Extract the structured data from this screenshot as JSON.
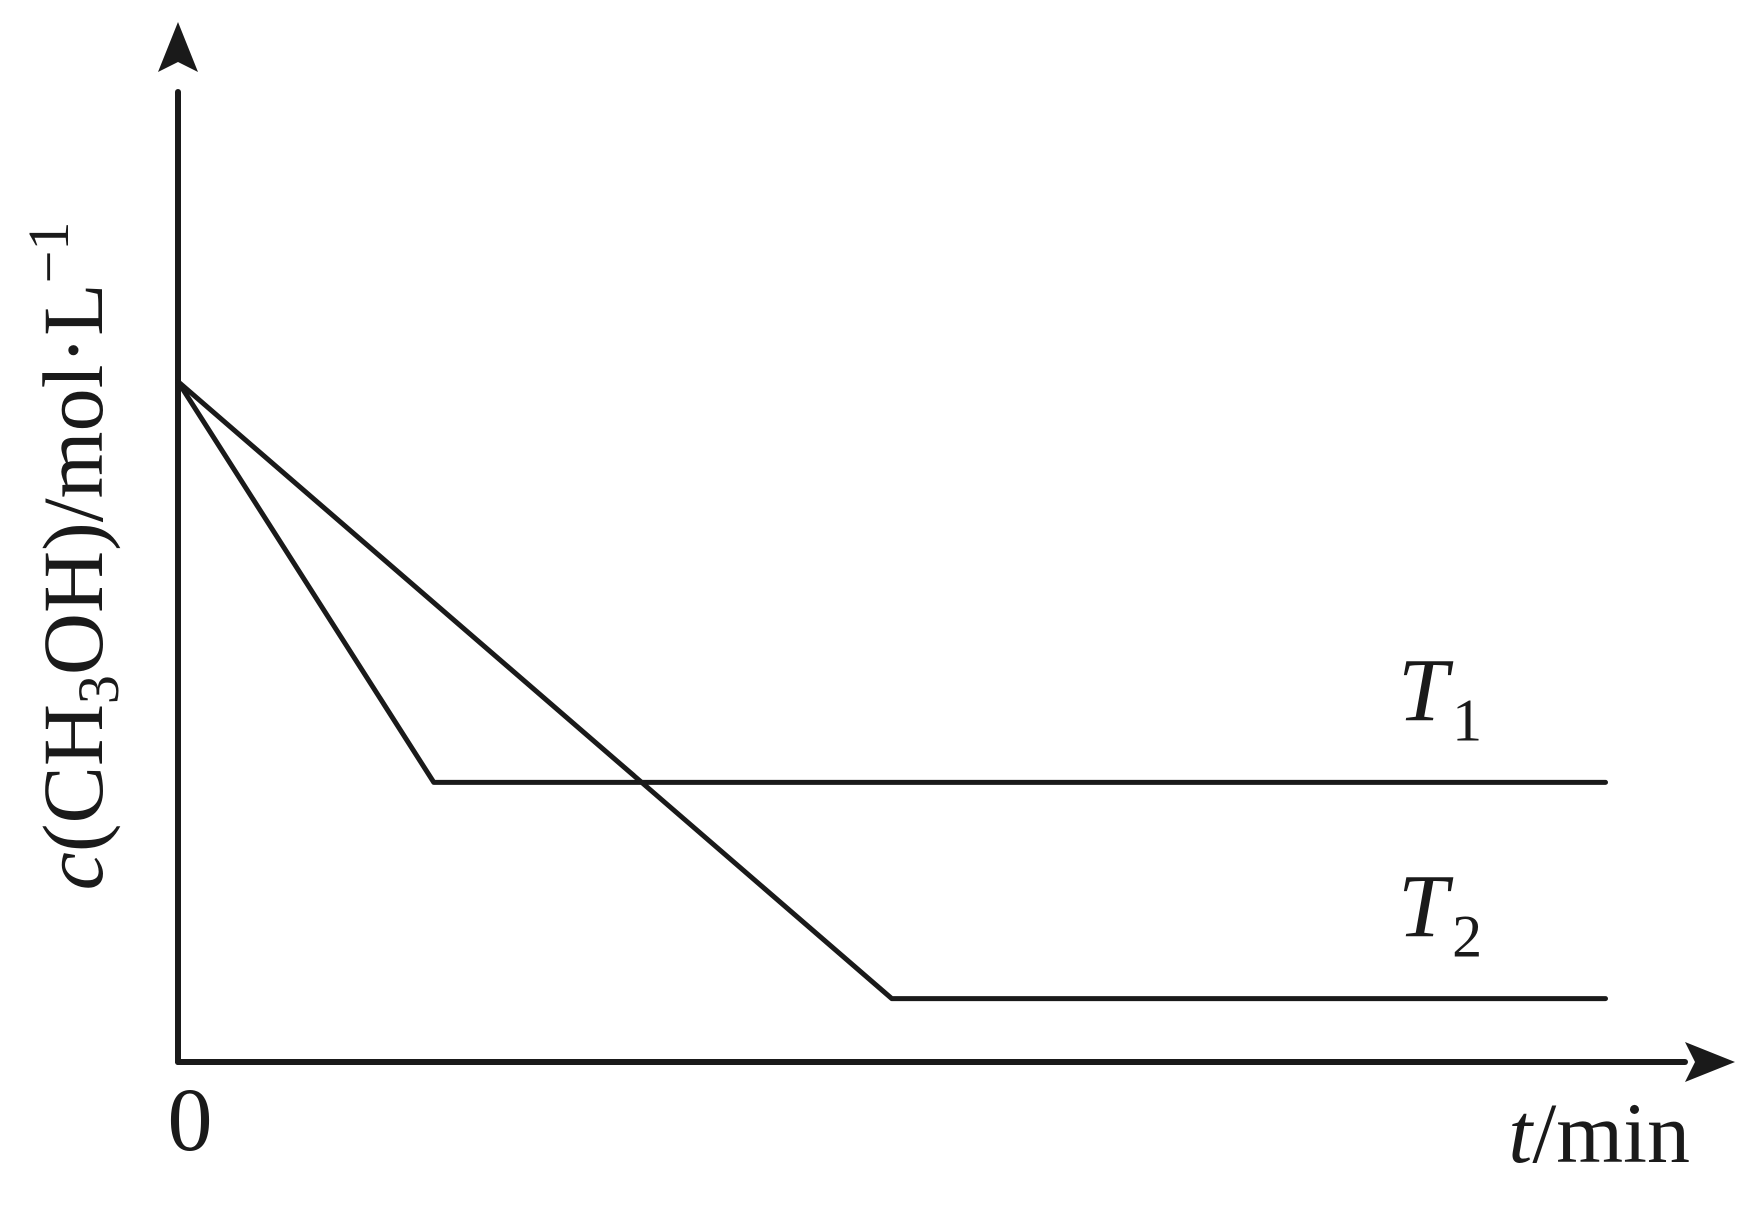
{
  "chart_data": {
    "type": "line",
    "title": "",
    "xlabel": {
      "italic": "t",
      "rest": "/min"
    },
    "ylabel": {
      "italic": "c",
      "part1": "(CH",
      "sub": "3",
      "part2": "OH)/mol·L",
      "sup": "−1"
    },
    "origin_label": "0",
    "xlim": [
      0,
      10
    ],
    "ylim": [
      0,
      10
    ],
    "grid": false,
    "legend": "inline-labels",
    "series": [
      {
        "name": "T1",
        "label_main": "T",
        "label_sub": "1",
        "points": [
          [
            0,
            7.3
          ],
          [
            1.72,
            3.0
          ],
          [
            9.6,
            3.0
          ]
        ]
      },
      {
        "name": "T2",
        "label_main": "T",
        "label_sub": "2",
        "points": [
          [
            0,
            7.3
          ],
          [
            4.8,
            0.68
          ],
          [
            9.6,
            0.68
          ]
        ]
      }
    ]
  }
}
